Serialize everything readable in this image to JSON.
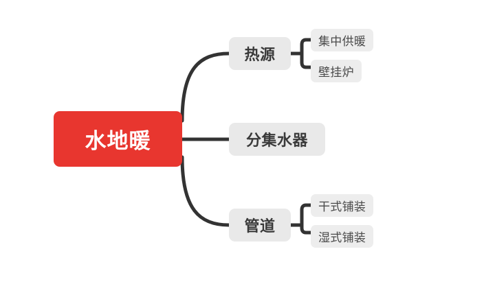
{
  "diagram": {
    "type": "mind-map",
    "background_color": "#ffffff",
    "link_color": "#333333",
    "root": {
      "label": "水地暖",
      "fill": "#e8362f",
      "text_color": "#ffffff"
    },
    "branch_fill": "#e9e9e9",
    "leaf_fill": "#ededed",
    "branches": [
      {
        "label": "热源",
        "children": [
          {
            "label": "集中供暖"
          },
          {
            "label": "壁挂炉"
          }
        ]
      },
      {
        "label": "分集水器",
        "children": []
      },
      {
        "label": "管道",
        "children": [
          {
            "label": "干式铺装"
          },
          {
            "label": "湿式铺装"
          }
        ]
      }
    ]
  }
}
